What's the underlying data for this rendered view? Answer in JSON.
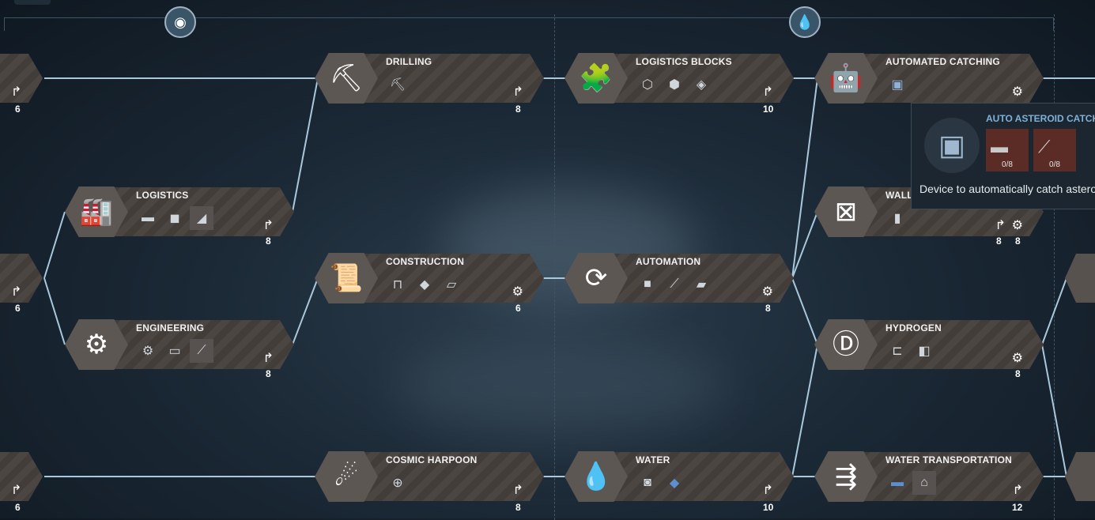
{
  "colors": {
    "link": "#a9c8dc",
    "panel": "#4c4643",
    "tooltip_title": "#7fb0d8",
    "slot_missing": "#5b2b25"
  },
  "tiers": [
    {
      "icon": "asteroid-icon"
    },
    {
      "icon": "water-drop-icon"
    }
  ],
  "left_stubs": [
    {
      "cost": "6",
      "req_icon": "research-icon"
    },
    {
      "cost": "6",
      "req_icon": "research-icon"
    },
    {
      "cost": "6",
      "req_icon": "research-icon"
    }
  ],
  "nodes": {
    "drilling": {
      "title": "DRILLING",
      "cost": "8",
      "icon": "drill-icon",
      "req_icon": "research-icon",
      "items": [
        "drill-item-icon"
      ]
    },
    "logistics": {
      "title": "LOGISTICS",
      "cost": "8",
      "icon": "conveyor-icon",
      "req_icon": "research-icon",
      "items": [
        "tube-item-icon",
        "pipe-item-icon",
        "ramp-item-icon"
      ]
    },
    "engineering": {
      "title": "ENGINEERING",
      "cost": "8",
      "icon": "gears-wrench-icon",
      "req_icon": "research-icon",
      "items": [
        "cog-item-icon",
        "connector-item-icon",
        "arm-item-icon"
      ]
    },
    "construction": {
      "title": "CONSTRUCTION",
      "cost": "6",
      "icon": "blueprint-icon",
      "req_icon": "gear-icon",
      "items": [
        "clamp-item-icon",
        "plate-item-icon",
        "frame-item-icon"
      ]
    },
    "cosmic_harpoon": {
      "title": "COSMIC HARPOON",
      "cost": "8",
      "icon": "harpoon-icon",
      "req_icon": "research-icon",
      "items": [
        "harpoon-item-icon"
      ]
    },
    "logistics_blocks": {
      "title": "LOGISTICS BLOCKS",
      "cost": "10",
      "icon": "puzzle-icon",
      "req_icon": "research-icon",
      "items": [
        "block-a-icon",
        "block-b-icon",
        "block-c-icon"
      ]
    },
    "automation": {
      "title": "AUTOMATION",
      "cost": "8",
      "icon": "auto-gears-icon",
      "req_icon": "gear-icon",
      "items": [
        "motor-item-icon",
        "rod-item-icon",
        "panel-item-icon"
      ]
    },
    "water": {
      "title": "WATER",
      "cost": "10",
      "icon": "water-icon",
      "req_icon": "research-icon",
      "items": [
        "tank-item-icon",
        "blue-block-icon"
      ]
    },
    "automated_catching": {
      "title": "AUTOMATED CATCHING",
      "cost": "",
      "icon": "catcher-icon",
      "req_icon": "gear-icon",
      "items": [
        "catcher-item-icon"
      ]
    },
    "wall": {
      "title": "WALL",
      "cost_a": "8",
      "cost_b": "8",
      "icon": "wall-icon",
      "req_icon": "research-icon",
      "req_icon_2": "gear-icon",
      "items": [
        "wall-item-icon"
      ]
    },
    "hydrogen": {
      "title": "HYDROGEN",
      "cost": "8",
      "icon": "hydrogen-icon",
      "req_icon": "gear-icon",
      "items": [
        "hydro-a-icon",
        "hydro-b-icon"
      ]
    },
    "water_transportation": {
      "title": "WATER TRANSPORTATION",
      "cost": "12",
      "icon": "h2o-pipe-icon",
      "req_icon": "research-icon",
      "items": [
        "blue-pipe-icon",
        "pump-item-icon"
      ]
    }
  },
  "tooltip": {
    "title": "AUTO ASTEROID CATCHER",
    "icon": "auto-catcher-icon",
    "requirements": [
      {
        "icon": "plate-item-icon",
        "count": "0/8"
      },
      {
        "icon": "rod-item-icon",
        "count": "0/8"
      }
    ],
    "description": "Device to automatically catch asteroids"
  }
}
